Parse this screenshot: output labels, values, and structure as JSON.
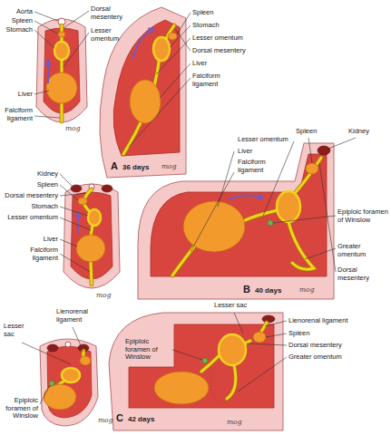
{
  "diagram": {
    "labels": [
      "Aorta",
      "Spleen",
      "Stomach",
      "Dorsal mesentery",
      "Lesser omentum",
      "Liver",
      "Falciform ligament",
      "mog",
      "Spleen",
      "Stomach",
      "Lesser omentum",
      "Dorsal mesentery",
      "Liver",
      "Falciform ligament",
      "A",
      "36 days",
      "mog",
      "Kidney",
      "Spleen",
      "Dorsal mesentery",
      "Stomach",
      "Lesser omentum",
      "Liver",
      "Falciform ligament",
      "mog",
      "Spleen",
      "Kidney",
      "Lesser omentum",
      "Liver",
      "Falciform ligament",
      "Epiploic foramen of Winslow",
      "Greater omentum",
      "Dorsal mesentery",
      "B",
      "40 days",
      "mog",
      "Lesser sac",
      "Lienorenal ligament",
      "Epiploic foramen of Winslow",
      "mog",
      "Lesser sac",
      "Lienorenal ligament",
      "Spleen",
      "Dorsal mesentery",
      "Greater omentum",
      "Epiploic foramen of Winslow",
      "C",
      "42 days",
      "mog"
    ]
  }
}
